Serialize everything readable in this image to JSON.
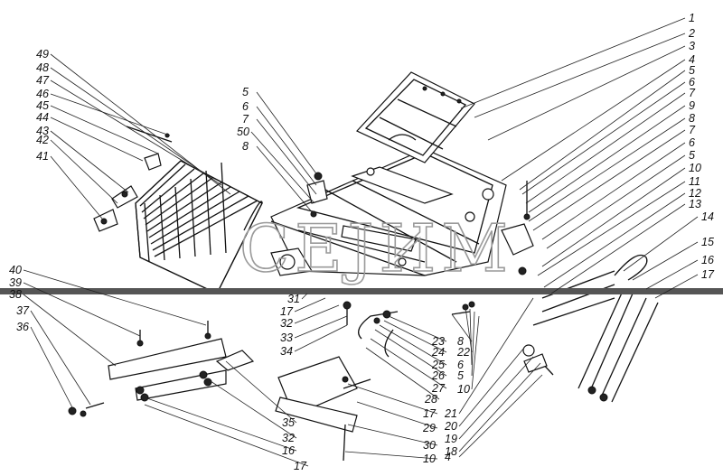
{
  "watermark": "СЕЈИМ",
  "labels": [
    "1",
    "2",
    "3",
    "4",
    "5",
    "6",
    "7",
    "9",
    "8",
    "7",
    "6",
    "5",
    "10",
    "11",
    "12",
    "13",
    "14",
    "15",
    "16",
    "17",
    "49",
    "48",
    "47",
    "46",
    "45",
    "44",
    "43",
    "42",
    "41",
    "5",
    "6",
    "7",
    "50",
    "8",
    "40",
    "39",
    "38",
    "37",
    "36",
    "31",
    "17",
    "32",
    "33",
    "34",
    "23",
    "24",
    "25",
    "26",
    "27",
    "28",
    "8",
    "22",
    "6",
    "5",
    "10",
    "21",
    "20",
    "19",
    "18",
    "4",
    "17",
    "29",
    "30",
    "10",
    "35",
    "32",
    "16",
    "17"
  ]
}
